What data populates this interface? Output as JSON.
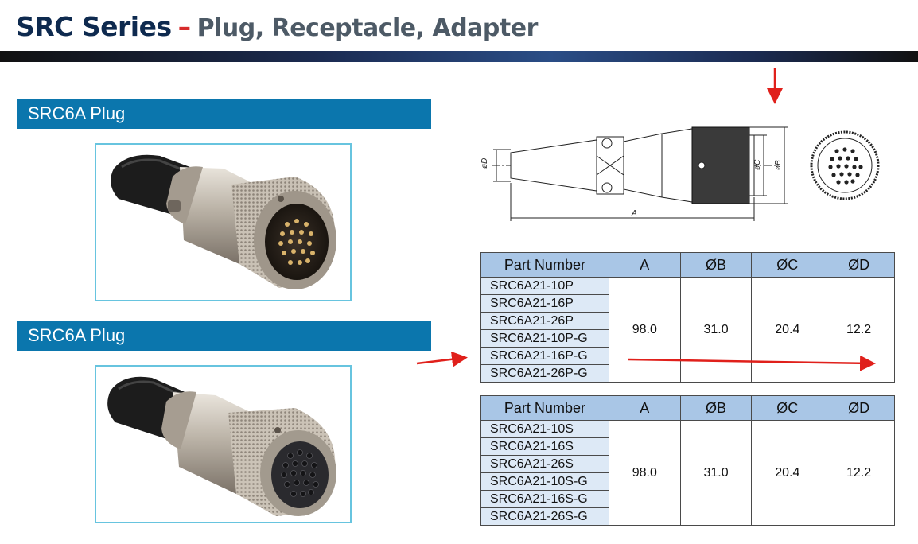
{
  "header": {
    "title_series": "SRC Series",
    "title_dash": "–",
    "title_sub": "Plug, Receptacle, Adapter"
  },
  "sections": [
    {
      "label": "SRC6A Plug",
      "photo": "plug-pin-connector-photo"
    },
    {
      "label": "SRC6A Plug",
      "photo": "plug-socket-connector-photo"
    }
  ],
  "drawing": {
    "dimension_labels": [
      "øD",
      "øC",
      "øB",
      "A"
    ]
  },
  "tables": [
    {
      "headers": [
        "Part Number",
        "A",
        "ØB",
        "ØC",
        "ØD"
      ],
      "part_numbers": [
        "SRC6A21-10P",
        "SRC6A21-16P",
        "SRC6A21-26P",
        "SRC6A21-10P-G",
        "SRC6A21-16P-G",
        "SRC6A21-26P-G"
      ],
      "values": {
        "a": "98.0",
        "b": "31.0",
        "c": "20.4",
        "d": "12.2"
      }
    },
    {
      "headers": [
        "Part Number",
        "A",
        "ØB",
        "ØC",
        "ØD"
      ],
      "part_numbers": [
        "SRC6A21-10S",
        "SRC6A21-16S",
        "SRC6A21-26S",
        "SRC6A21-10S-G",
        "SRC6A21-16S-G",
        "SRC6A21-26S-G"
      ],
      "values": {
        "a": "98.0",
        "b": "31.0",
        "c": "20.4",
        "d": "12.2"
      }
    }
  ],
  "colors": {
    "title": "#0e2a4f",
    "section_bar": "#0b76ad",
    "table_header": "#a9c6e6",
    "part_cell": "#dde9f6",
    "annotation_arrow": "#e0201b"
  }
}
